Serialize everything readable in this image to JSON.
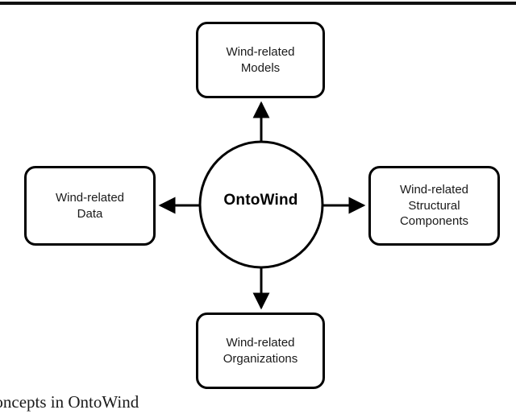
{
  "figure": {
    "hub": {
      "label": "OntoWind",
      "shape": "ellipse"
    },
    "nodes": [
      {
        "id": "models",
        "position": "top",
        "label": "Wind-related\nModels",
        "shape": "rounded-rectangle"
      },
      {
        "id": "data",
        "position": "left",
        "label": "Wind-related\nData",
        "shape": "rounded-rectangle"
      },
      {
        "id": "structural-components",
        "position": "right",
        "label": "Wind-related\nStructural\nComponents",
        "shape": "rounded-rectangle"
      },
      {
        "id": "organizations",
        "position": "bottom",
        "label": "Wind-related\nOrganizations",
        "shape": "rounded-rectangle"
      }
    ],
    "connectors": [
      {
        "id": "hub-to-models",
        "from": "OntoWind",
        "to": "Wind-related Models",
        "direction": "up",
        "style": "solid-arrow"
      },
      {
        "id": "hub-to-data",
        "from": "OntoWind",
        "to": "Wind-related Data",
        "direction": "left",
        "style": "solid-arrow"
      },
      {
        "id": "hub-to-structural-components",
        "from": "OntoWind",
        "to": "Wind-related Structural Components",
        "direction": "right",
        "style": "solid-arrow"
      },
      {
        "id": "hub-to-organizations",
        "from": "OntoWind",
        "to": "Wind-related Organizations",
        "direction": "down",
        "style": "solid-arrow"
      }
    ],
    "colors": {
      "stroke": "#000000",
      "fill": "#ffffff",
      "text": "#1a1a1a"
    }
  },
  "caption": {
    "text": "ral Concepts in OntoWind"
  }
}
